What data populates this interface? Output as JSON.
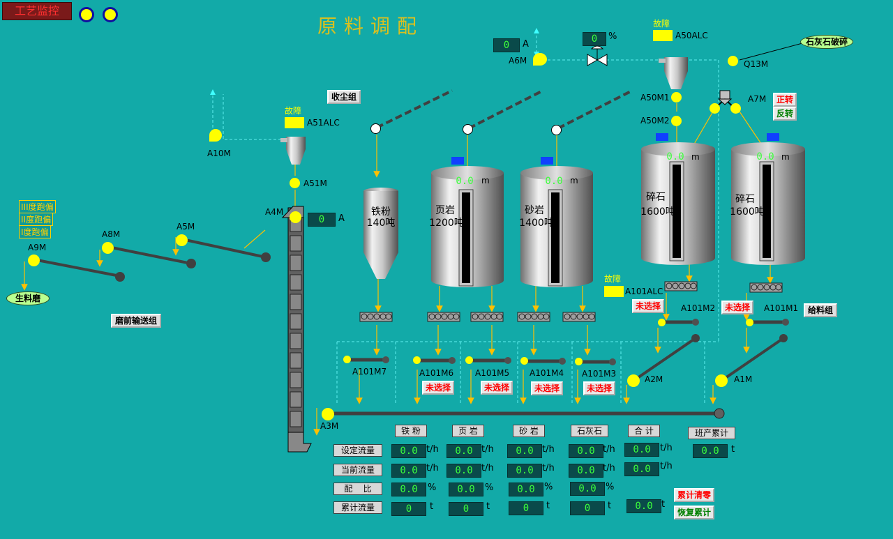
{
  "header": {
    "monitor_button": "工艺监控",
    "page_title": "原料调配"
  },
  "top": {
    "a6m_value": "0",
    "a6m_unit": "A",
    "a6m_label": "A6M",
    "valve_value": "0",
    "valve_unit": "%",
    "a50_fault": "故障",
    "a50_alc": "A50ALC",
    "limestone_crush": "石灰石破碎",
    "q13m": "Q13M",
    "a50m1": "A50M1",
    "a50m2": "A50M2",
    "a7m": "A7M",
    "forward": "正转",
    "reverse": "反转"
  },
  "dust": {
    "group_button": "收尘组",
    "a51_fault": "故障",
    "a51_alc": "A51ALC",
    "a10m": "A10M",
    "a51m": "A51M"
  },
  "elevator": {
    "a4m": "A4M",
    "current_value": "0",
    "current_unit": "A"
  },
  "left": {
    "alarms": [
      "III度跑偏",
      "II度跑偏",
      "I度跑偏"
    ],
    "a9m": "A9M",
    "a8m": "A8M",
    "a5m": "A5M",
    "raw_mill": "生料磨",
    "pre_mill_group": "磨前输送组"
  },
  "bins": [
    {
      "name": "铁粉",
      "capacity": "140吨"
    },
    {
      "name": "页岩",
      "capacity": "1200吨",
      "level": "0.0",
      "unit": "m"
    },
    {
      "name": "砂岩",
      "capacity": "1400吨",
      "level": "0.0",
      "unit": "m"
    },
    {
      "name": "碎石",
      "capacity": "1600吨",
      "level": "0.0",
      "unit": "m"
    },
    {
      "name": "碎石",
      "capacity": "1600吨",
      "level": "0.0",
      "unit": "m"
    }
  ],
  "feeders": {
    "a101_fault": "故障",
    "a101_alc": "A101ALC",
    "not_selected": "未选择",
    "a101m1": "A101M1",
    "a101m2": "A101M2",
    "a101m3": "A101M3",
    "a101m4": "A101M4",
    "a101m5": "A101M5",
    "a101m6": "A101M6",
    "a101m7": "A101M7",
    "a1m": "A1M",
    "a2m": "A2M",
    "a3m": "A3M",
    "feed_group": "给料组"
  },
  "table": {
    "columns": [
      "铁 粉",
      "页 岩",
      "砂 岩",
      "石灰石",
      "合 计",
      "班产累计"
    ],
    "rows": [
      {
        "label": "设定流量",
        "values": [
          "0.0",
          "0.0",
          "0.0",
          "0.0",
          "0.0"
        ],
        "unit": "t/h"
      },
      {
        "label": "当前流量",
        "values": [
          "0.0",
          "0.0",
          "0.0",
          "0.0",
          "0.0"
        ],
        "unit": "t/h"
      },
      {
        "label": "配    比",
        "values": [
          "0.0",
          "0.0",
          "0.0",
          "0.0"
        ],
        "unit": "%"
      },
      {
        "label": "累计流量",
        "values": [
          "0",
          "0",
          "0",
          "0",
          "0.0"
        ],
        "unit": "t"
      }
    ],
    "shift_total": "0.0",
    "shift_unit": "t",
    "clear_button": "累计清零",
    "restore_button": "恢复累计"
  },
  "colors": {
    "background": "#12aaa8",
    "motor": "#ffff00",
    "digital": "#3cff3c",
    "chute": "#ffc000"
  }
}
